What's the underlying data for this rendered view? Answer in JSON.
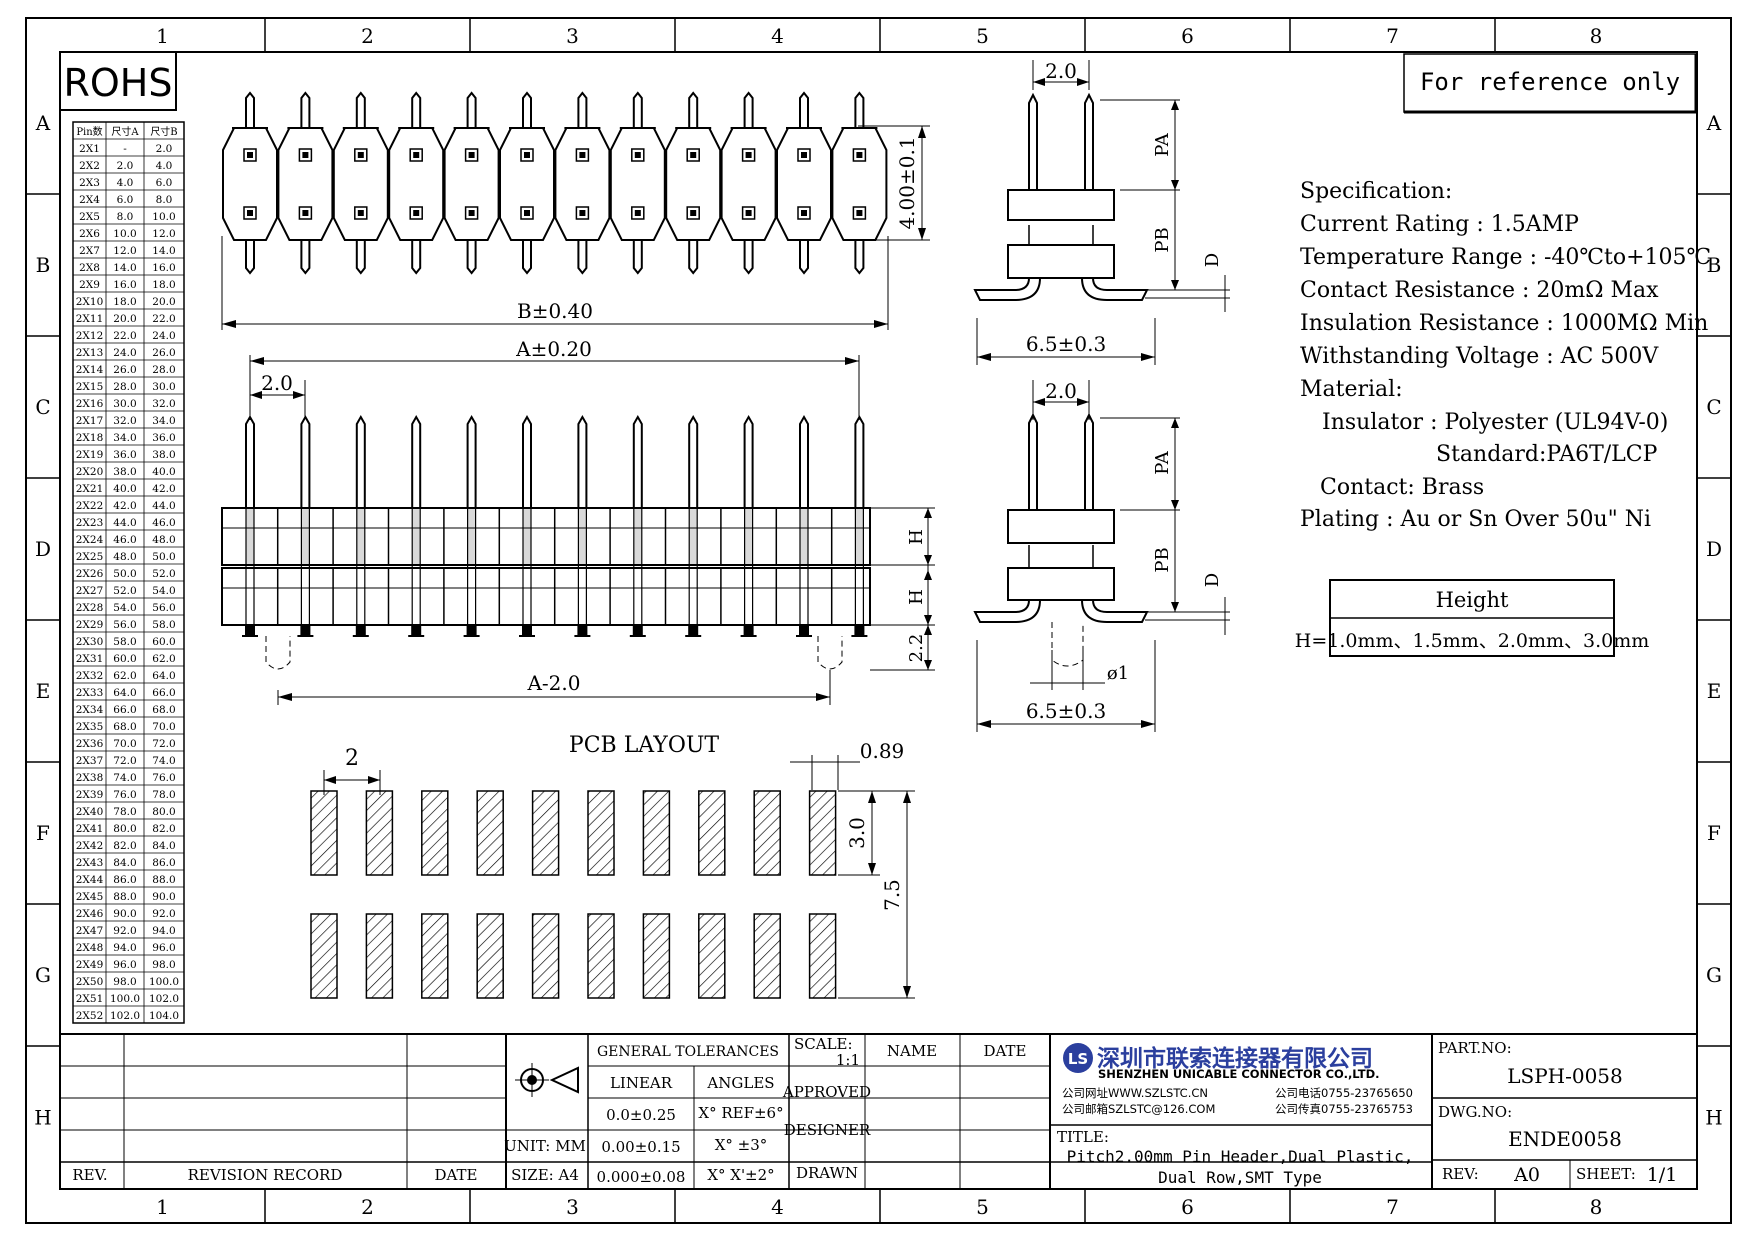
{
  "border": {
    "columns": [
      "1",
      "2",
      "3",
      "4",
      "5",
      "6",
      "7",
      "8"
    ],
    "rows": [
      "A",
      "B",
      "C",
      "D",
      "E",
      "F",
      "G",
      "H"
    ]
  },
  "rohs": "ROHS",
  "reference_note": "For reference only",
  "dim_table": {
    "headers": [
      "Pin数",
      "尺寸A",
      "尺寸B"
    ],
    "rows": [
      [
        "2X1",
        "-",
        "2.0"
      ],
      [
        "2X2",
        "2.0",
        "4.0"
      ],
      [
        "2X3",
        "4.0",
        "6.0"
      ],
      [
        "2X4",
        "6.0",
        "8.0"
      ],
      [
        "2X5",
        "8.0",
        "10.0"
      ],
      [
        "2X6",
        "10.0",
        "12.0"
      ],
      [
        "2X7",
        "12.0",
        "14.0"
      ],
      [
        "2X8",
        "14.0",
        "16.0"
      ],
      [
        "2X9",
        "16.0",
        "18.0"
      ],
      [
        "2X10",
        "18.0",
        "20.0"
      ],
      [
        "2X11",
        "20.0",
        "22.0"
      ],
      [
        "2X12",
        "22.0",
        "24.0"
      ],
      [
        "2X13",
        "24.0",
        "26.0"
      ],
      [
        "2X14",
        "26.0",
        "28.0"
      ],
      [
        "2X15",
        "28.0",
        "30.0"
      ],
      [
        "2X16",
        "30.0",
        "32.0"
      ],
      [
        "2X17",
        "32.0",
        "34.0"
      ],
      [
        "2X18",
        "34.0",
        "36.0"
      ],
      [
        "2X19",
        "36.0",
        "38.0"
      ],
      [
        "2X20",
        "38.0",
        "40.0"
      ],
      [
        "2X21",
        "40.0",
        "42.0"
      ],
      [
        "2X22",
        "42.0",
        "44.0"
      ],
      [
        "2X23",
        "44.0",
        "46.0"
      ],
      [
        "2X24",
        "46.0",
        "48.0"
      ],
      [
        "2X25",
        "48.0",
        "50.0"
      ],
      [
        "2X26",
        "50.0",
        "52.0"
      ],
      [
        "2X27",
        "52.0",
        "54.0"
      ],
      [
        "2X28",
        "54.0",
        "56.0"
      ],
      [
        "2X29",
        "56.0",
        "58.0"
      ],
      [
        "2X30",
        "58.0",
        "60.0"
      ],
      [
        "2X31",
        "60.0",
        "62.0"
      ],
      [
        "2X32",
        "62.0",
        "64.0"
      ],
      [
        "2X33",
        "64.0",
        "66.0"
      ],
      [
        "2X34",
        "66.0",
        "68.0"
      ],
      [
        "2X35",
        "68.0",
        "70.0"
      ],
      [
        "2X36",
        "70.0",
        "72.0"
      ],
      [
        "2X37",
        "72.0",
        "74.0"
      ],
      [
        "2X38",
        "74.0",
        "76.0"
      ],
      [
        "2X39",
        "76.0",
        "78.0"
      ],
      [
        "2X40",
        "78.0",
        "80.0"
      ],
      [
        "2X41",
        "80.0",
        "82.0"
      ],
      [
        "2X42",
        "82.0",
        "84.0"
      ],
      [
        "2X43",
        "84.0",
        "86.0"
      ],
      [
        "2X44",
        "86.0",
        "88.0"
      ],
      [
        "2X45",
        "88.0",
        "90.0"
      ],
      [
        "2X46",
        "90.0",
        "92.0"
      ],
      [
        "2X47",
        "92.0",
        "94.0"
      ],
      [
        "2X48",
        "94.0",
        "96.0"
      ],
      [
        "2X49",
        "96.0",
        "98.0"
      ],
      [
        "2X50",
        "98.0",
        "100.0"
      ],
      [
        "2X51",
        "100.0",
        "102.0"
      ],
      [
        "2X52",
        "102.0",
        "104.0"
      ]
    ]
  },
  "dimensions": {
    "top_height": "4.00±0.1",
    "b_len": "B±0.40",
    "a_len": "A±0.20",
    "pitch": "2.0",
    "a_minus": "A-2.0",
    "h": "H",
    "h2": "2.2",
    "side_pitch": "2.0",
    "pa": "PA",
    "pb": "PB",
    "d": "D",
    "side_width": "6.5±0.3",
    "dia": "ø1",
    "pcb_pitch": "2",
    "pad_w": "0.89",
    "pad_h": "3.0",
    "row_span": "7.5"
  },
  "pcb_title": "PCB LAYOUT",
  "spec": {
    "lines": [
      "Specification:",
      "Current Rating : 1.5AMP",
      "Temperature Range : -40℃to+105℃",
      "Contact Resistance : 20mΩ Max",
      "Insulation Resistance : 1000MΩ Min",
      "Withstanding Voltage : AC 500V",
      "Material:",
      "Insulator : Polyester (UL94V-0)",
      "Standard:PA6T/LCP",
      "Contact: Brass",
      "Plating : Au or Sn Over 50u\" Ni"
    ]
  },
  "height_box": {
    "title": "Height",
    "value": "H=1.0mm、1.5mm、2.0mm、3.0mm"
  },
  "title_block": {
    "rev_label": "REV.",
    "revision_record": "REVISION RECORD",
    "date_label": "DATE",
    "unit": "UNIT: MM",
    "size": "SIZE: A4",
    "general_tolerances": "GENERAL TOLERANCES",
    "linear": "LINEAR",
    "angles": "ANGLES",
    "tol_linear": [
      "0.0±0.25",
      "0.00±0.15",
      "0.000±0.08"
    ],
    "tol_angles": [
      "X° REF±6°",
      "X° ±3°",
      "X° X'±2°"
    ],
    "scale_label": "SCALE:",
    "scale_value": "1:1",
    "name": "NAME",
    "date": "DATE",
    "approved": "APPROVED",
    "designer": "DESIGNER",
    "drawn": "DRAWN",
    "company_cn": "深圳市联索连接器有限公司",
    "company_en": "SHENZHEN UNICABLE CONNECTOR CO.,LTD.",
    "web": "公司网址WWW.SZLSTC.CN",
    "tel": "公司电话0755-23765650",
    "email": "公司邮箱SZLSTC@126.COM",
    "fax": "公司传真0755-23765753",
    "title_label": "TITLE:",
    "title_line1": "Pitch2.00mm Pin Header,Dual Plastic,",
    "title_line2": "Dual Row,SMT Type",
    "part_no_label": "PART.NO:",
    "part_no": "LSPH-0058",
    "dwg_no_label": "DWG.NO:",
    "dwg_no": "ENDE0058",
    "rev_label2": "REV:",
    "rev_value": "A0",
    "sheet_label": "SHEET:",
    "sheet_value": "1/1",
    "logo_text": "LS"
  }
}
